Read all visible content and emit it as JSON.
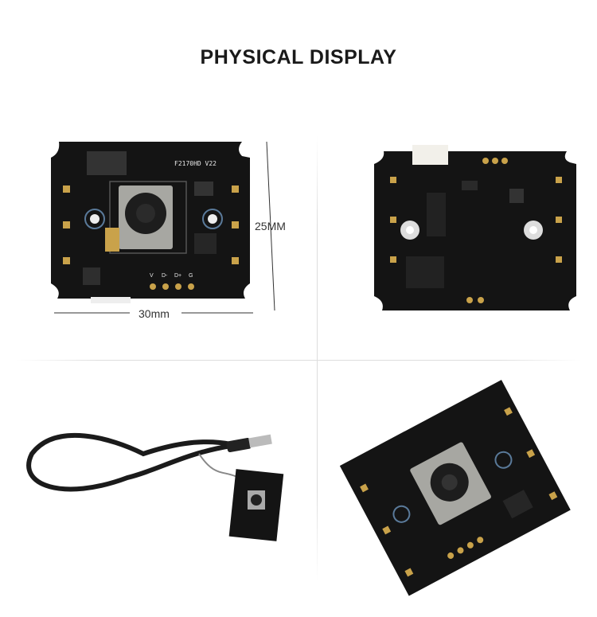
{
  "title": "PHYSICAL DISPLAY",
  "dimensions": {
    "height_label": "25MM",
    "width_label": "30mm"
  },
  "board": {
    "model_text": "F2170HD  V22",
    "pins": [
      "V",
      "D-",
      "D+",
      "G"
    ]
  },
  "colors": {
    "pcb": "#141414",
    "pad": "#c9a24a",
    "silk": "#e8e8e8"
  }
}
